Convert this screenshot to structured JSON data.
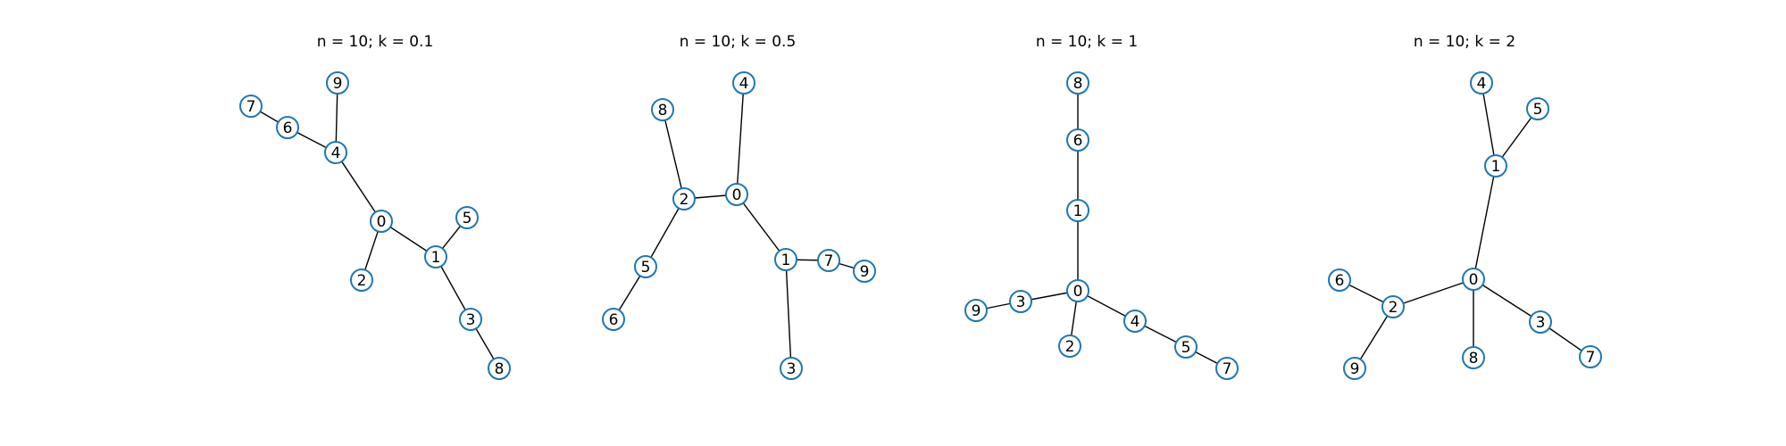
{
  "figure": {
    "panels": [
      {
        "title": "n = 10; k = 0.1",
        "nodes": [
          "0",
          "1",
          "2",
          "3",
          "4",
          "5",
          "6",
          "7",
          "8",
          "9"
        ],
        "edges": [
          [
            "0",
            "1"
          ],
          [
            "0",
            "2"
          ],
          [
            "0",
            "4"
          ],
          [
            "1",
            "3"
          ],
          [
            "1",
            "5"
          ],
          [
            "3",
            "8"
          ],
          [
            "4",
            "6"
          ],
          [
            "4",
            "9"
          ],
          [
            "6",
            "7"
          ]
        ]
      },
      {
        "title": "n = 10; k = 0.5",
        "nodes": [
          "0",
          "1",
          "2",
          "3",
          "4",
          "5",
          "6",
          "7",
          "8",
          "9"
        ],
        "edges": [
          [
            "0",
            "2"
          ],
          [
            "0",
            "4"
          ],
          [
            "0",
            "1"
          ],
          [
            "2",
            "8"
          ],
          [
            "2",
            "5"
          ],
          [
            "5",
            "6"
          ],
          [
            "1",
            "7"
          ],
          [
            "7",
            "9"
          ],
          [
            "1",
            "3"
          ]
        ]
      },
      {
        "title": "n = 10; k = 1",
        "nodes": [
          "0",
          "1",
          "2",
          "3",
          "4",
          "5",
          "6",
          "7",
          "8",
          "9"
        ],
        "edges": [
          [
            "8",
            "6"
          ],
          [
            "6",
            "1"
          ],
          [
            "1",
            "0"
          ],
          [
            "0",
            "3"
          ],
          [
            "3",
            "9"
          ],
          [
            "0",
            "2"
          ],
          [
            "0",
            "4"
          ],
          [
            "4",
            "5"
          ],
          [
            "5",
            "7"
          ]
        ]
      },
      {
        "title": "n = 10; k = 2",
        "nodes": [
          "0",
          "1",
          "2",
          "3",
          "4",
          "5",
          "6",
          "7",
          "8",
          "9"
        ],
        "edges": [
          [
            "4",
            "1"
          ],
          [
            "5",
            "1"
          ],
          [
            "1",
            "0"
          ],
          [
            "0",
            "2"
          ],
          [
            "2",
            "6"
          ],
          [
            "2",
            "9"
          ],
          [
            "0",
            "8"
          ],
          [
            "0",
            "3"
          ],
          [
            "3",
            "7"
          ]
        ]
      }
    ]
  }
}
